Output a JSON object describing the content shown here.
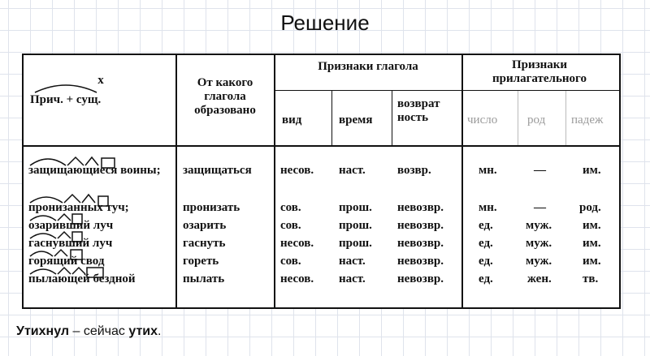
{
  "title": "Решение",
  "table": {
    "col1_header_x": "x",
    "col1_header": "Прич. + сущ.",
    "col2_header": "От какого глагола образовано",
    "verb_group": "Признаки глагола",
    "adj_group": "Признаки прилагательного",
    "verb_cols": [
      "вид",
      "время",
      "возврат ность"
    ],
    "adj_cols": [
      "число",
      "род",
      "падеж"
    ],
    "rows": [
      {
        "phrase": "защищающиеся воины;",
        "verb": "защищаться",
        "aspect": "несов.",
        "tense": "наст.",
        "refl": "возвр.",
        "number": "мн.",
        "gender": "—",
        "case": "им."
      },
      {
        "phrase": "пронизанных туч;",
        "verb": "пронизать",
        "aspect": "сов.",
        "tense": "прош.",
        "refl": "невозвр.",
        "number": "мн.",
        "gender": "—",
        "case": "род."
      },
      {
        "phrase": "озаривший луч",
        "verb": "озарить",
        "aspect": "сов.",
        "tense": "прош.",
        "refl": "невозвр.",
        "number": "ед.",
        "gender": "муж.",
        "case": "им."
      },
      {
        "phrase": "гаснувший луч",
        "verb": "гаснуть",
        "aspect": "несов.",
        "tense": "прош.",
        "refl": "невозвр.",
        "number": "ед.",
        "gender": "муж.",
        "case": "им."
      },
      {
        "phrase": "горящий свод",
        "verb": "гореть",
        "aspect": "сов.",
        "tense": "наст.",
        "refl": "невозвр.",
        "number": "ед.",
        "gender": "муж.",
        "case": "им."
      },
      {
        "phrase": "пылающей бездной",
        "verb": "пылать",
        "aspect": "несов.",
        "tense": "наст.",
        "refl": "невозвр.",
        "number": "ед.",
        "gender": "жен.",
        "case": "тв."
      }
    ]
  },
  "footer": {
    "word1": "Утихнул",
    "sep": " – сейчас ",
    "word2": "утих",
    "end": "."
  }
}
